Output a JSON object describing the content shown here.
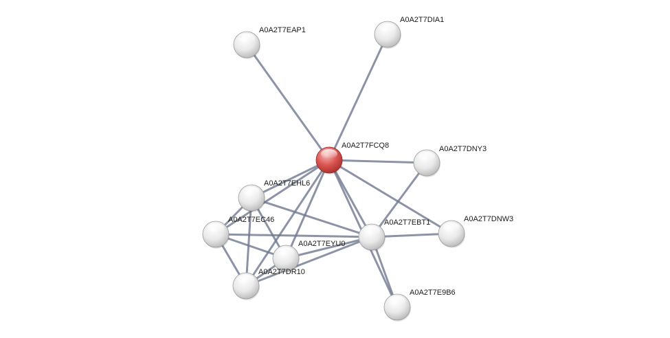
{
  "network": {
    "nodes": [
      {
        "id": "A0A2T7FCQ8",
        "label": "A0A2T7FCQ8",
        "query": true
      },
      {
        "id": "A0A2T7EAP1",
        "label": "A0A2T7EAP1",
        "query": false
      },
      {
        "id": "A0A2T7DIA1",
        "label": "A0A2T7DIA1",
        "query": false
      },
      {
        "id": "A0A2T7DNY3",
        "label": "A0A2T7DNY3",
        "query": false
      },
      {
        "id": "A0A2T7EHL6",
        "label": "A0A2T7EHL6",
        "query": false
      },
      {
        "id": "A0A2T7EC46",
        "label": "A0A2T7EC46",
        "query": false
      },
      {
        "id": "A0A2T7EBT1",
        "label": "A0A2T7EBT1",
        "query": false
      },
      {
        "id": "A0A2T7DNW3",
        "label": "A0A2T7DNW3",
        "query": false
      },
      {
        "id": "A0A2T7EYU0",
        "label": "A0A2T7EYU0",
        "query": false
      },
      {
        "id": "A0A2T7DR10",
        "label": "A0A2T7DR10",
        "query": false
      },
      {
        "id": "A0A2T7E9B6",
        "label": "A0A2T7E9B6",
        "query": false
      }
    ],
    "edges": [
      {
        "source": "A0A2T7FCQ8",
        "target": "A0A2T7EAP1"
      },
      {
        "source": "A0A2T7FCQ8",
        "target": "A0A2T7DIA1"
      },
      {
        "source": "A0A2T7FCQ8",
        "target": "A0A2T7DNY3"
      },
      {
        "source": "A0A2T7FCQ8",
        "target": "A0A2T7DNW3"
      },
      {
        "source": "A0A2T7FCQ8",
        "target": "A0A2T7EHL6"
      },
      {
        "source": "A0A2T7FCQ8",
        "target": "A0A2T7EC46"
      },
      {
        "source": "A0A2T7FCQ8",
        "target": "A0A2T7EBT1"
      },
      {
        "source": "A0A2T7FCQ8",
        "target": "A0A2T7EYU0"
      },
      {
        "source": "A0A2T7FCQ8",
        "target": "A0A2T7DR10"
      },
      {
        "source": "A0A2T7FCQ8",
        "target": "A0A2T7E9B6"
      },
      {
        "source": "A0A2T7EBT1",
        "target": "A0A2T7DNY3"
      },
      {
        "source": "A0A2T7EBT1",
        "target": "A0A2T7DNW3"
      },
      {
        "source": "A0A2T7EBT1",
        "target": "A0A2T7E9B6"
      },
      {
        "source": "A0A2T7EBT1",
        "target": "A0A2T7EC46"
      },
      {
        "source": "A0A2T7EBT1",
        "target": "A0A2T7EYU0"
      },
      {
        "source": "A0A2T7EBT1",
        "target": "A0A2T7DR10"
      },
      {
        "source": "A0A2T7EBT1",
        "target": "A0A2T7EHL6"
      },
      {
        "source": "A0A2T7EHL6",
        "target": "A0A2T7EC46"
      },
      {
        "source": "A0A2T7EHL6",
        "target": "A0A2T7EYU0"
      },
      {
        "source": "A0A2T7EHL6",
        "target": "A0A2T7DR10"
      },
      {
        "source": "A0A2T7EC46",
        "target": "A0A2T7EYU0"
      },
      {
        "source": "A0A2T7EC46",
        "target": "A0A2T7DR10"
      },
      {
        "source": "A0A2T7EYU0",
        "target": "A0A2T7DR10"
      }
    ],
    "colors": {
      "query_node": "#d9534f",
      "node": "#e6e6e6",
      "edge": "#6f7890"
    }
  }
}
